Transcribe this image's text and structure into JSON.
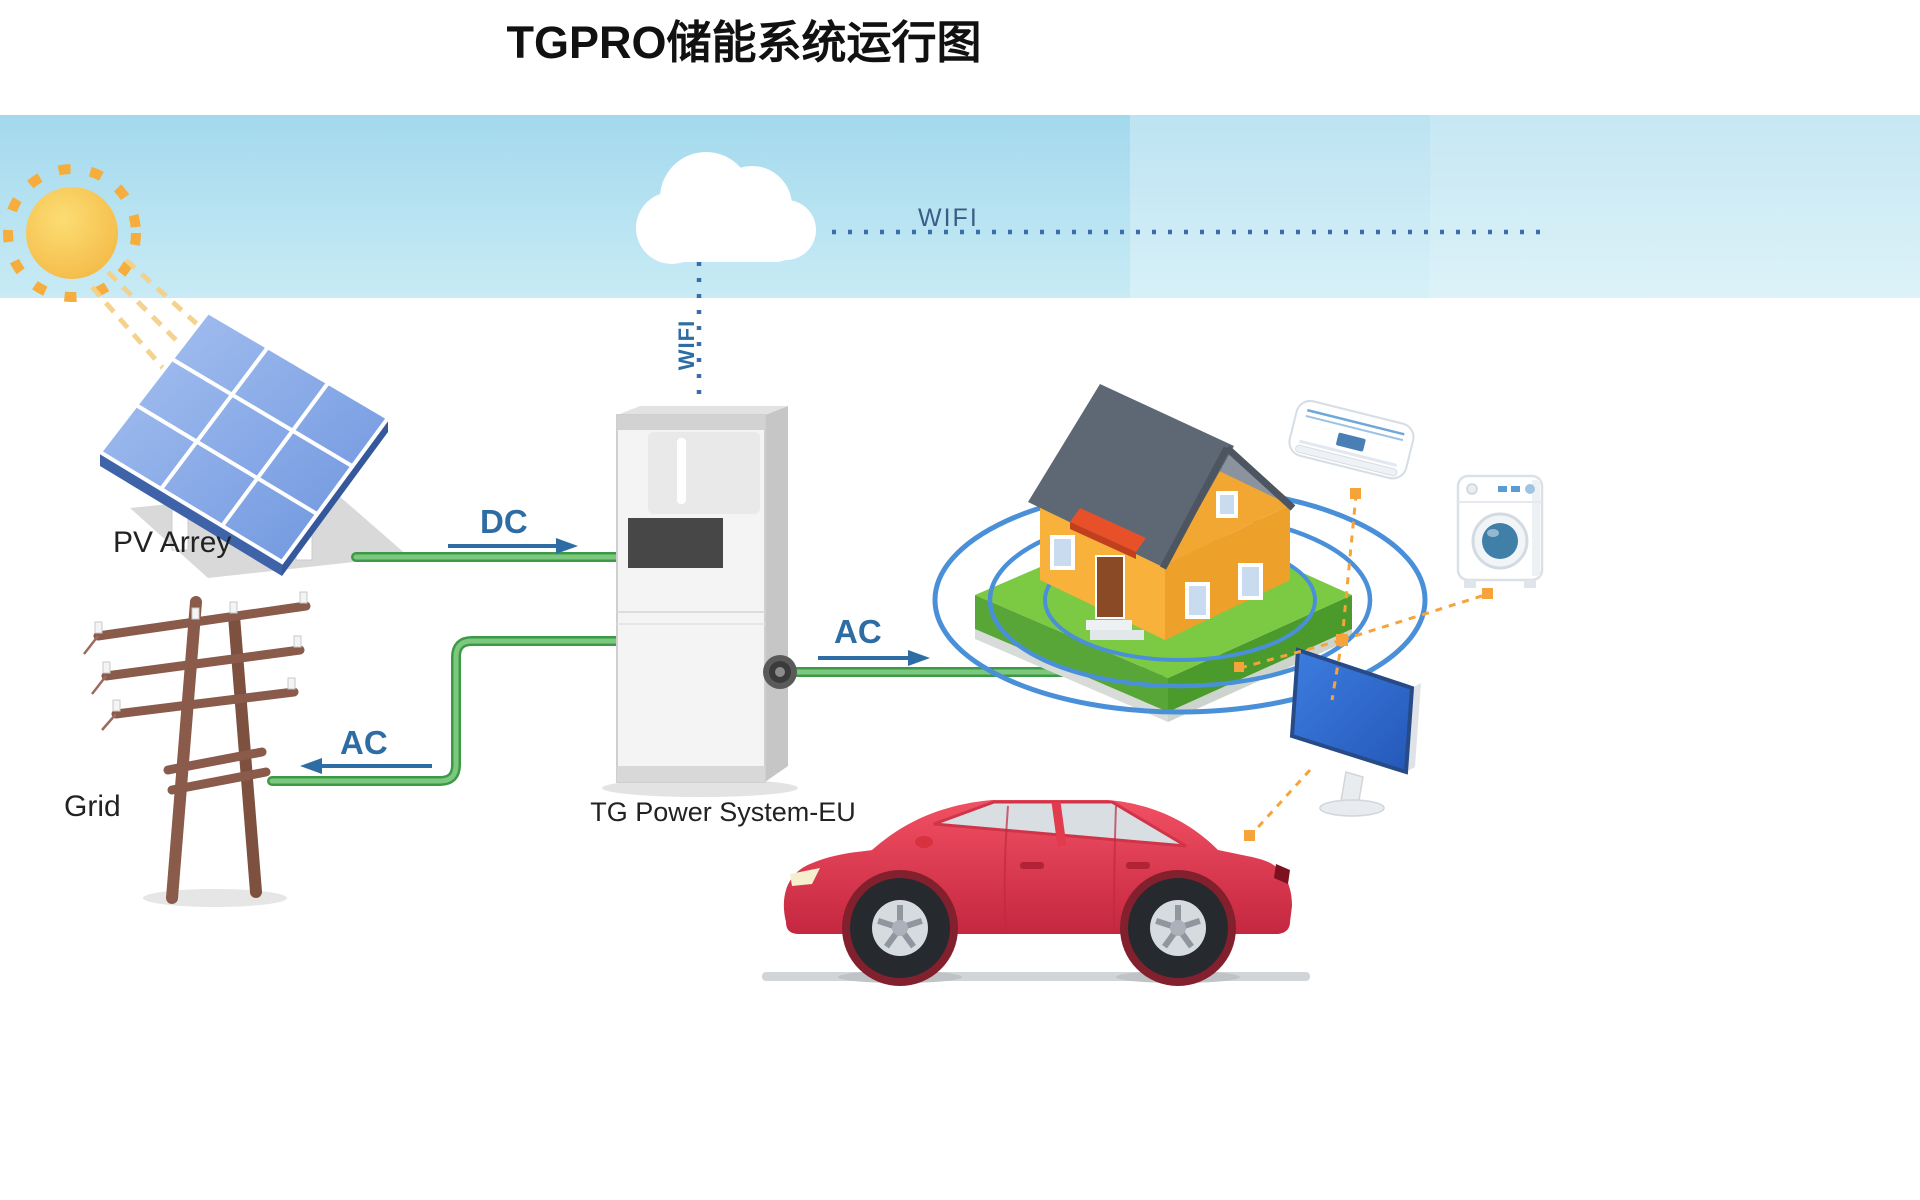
{
  "title": "TGPRO储能系统运行图",
  "labels": {
    "wifi_top": "WIFI",
    "wifi_drop": "WIFI",
    "pv": "PV Arrey",
    "dc": "DC",
    "ac_house": "AC",
    "ac_grid": "AC",
    "grid": "Grid",
    "inverter": "TG Power System-EU"
  },
  "icons": [
    "sun-icon",
    "solar-panel-icon",
    "cloud-icon",
    "wifi-dotted-line",
    "inverter-cabinet-icon",
    "utility-pole-icon",
    "house-icon",
    "signal-ripples",
    "air-conditioner-icon",
    "washing-machine-icon",
    "tv-icon",
    "car-icon",
    "link-node"
  ],
  "colors": {
    "sky_band": "#a6dbee",
    "accent_blue": "#2e6da4",
    "dotted_blue": "#3a6ea8",
    "wire_green": "#3c9a47",
    "wire_green_light": "#7dc87f",
    "link_orange": "#f6a33b",
    "panel_blue": "#7aa0e4",
    "island_green": "#7cc943",
    "house_orange": "#f6a832",
    "roof_gray": "#5d6874",
    "car_red": "#e23b4e",
    "tv_blue": "#2e6fd4"
  }
}
